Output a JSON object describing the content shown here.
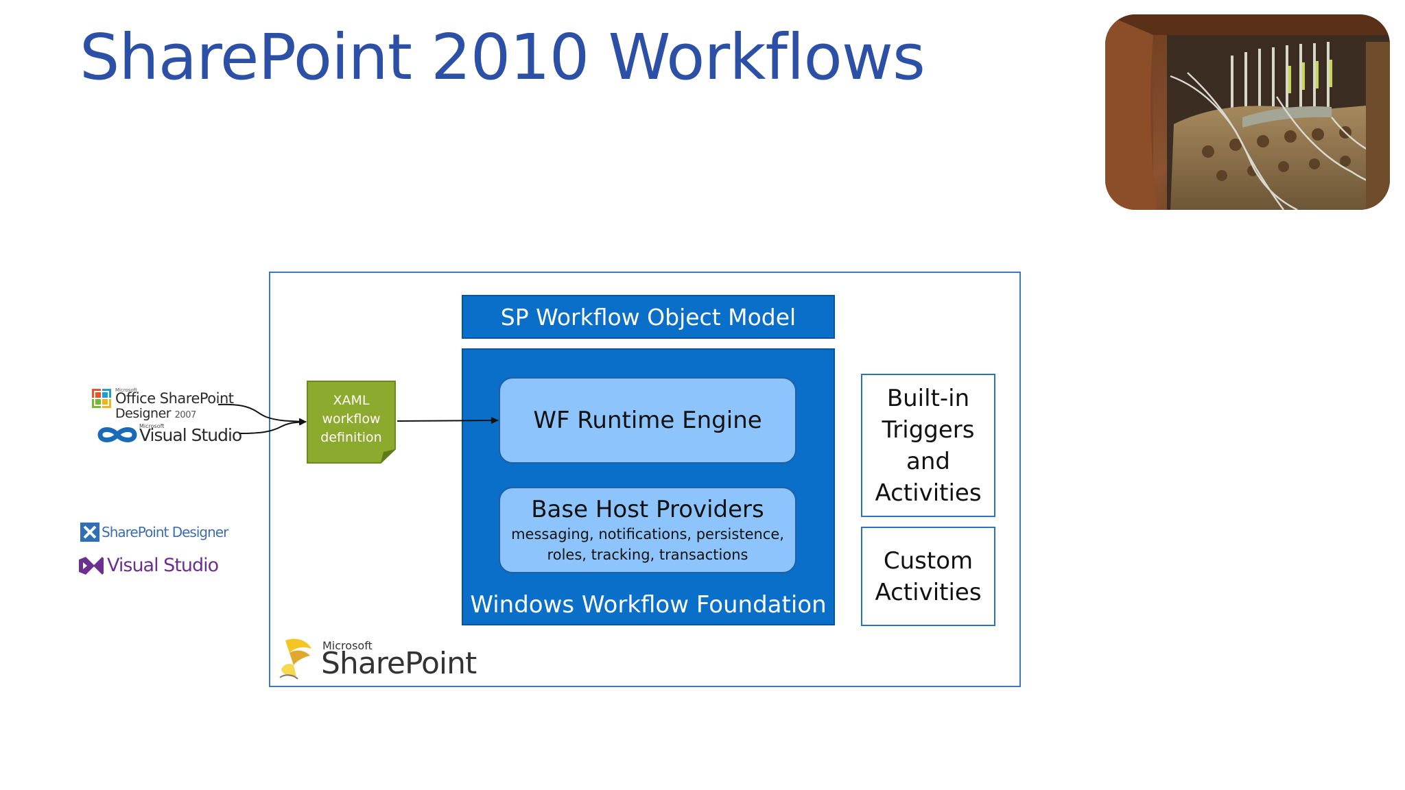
{
  "slide": {
    "title": "SharePoint 2010 Workflows"
  },
  "diagram": {
    "object_model": "SP Workflow Object Model",
    "runtime_engine": "WF Runtime Engine",
    "providers": {
      "title": "Base Host Providers",
      "subtitle": "messaging, notifications, persistence, roles, tracking, transactions"
    },
    "foundation": "Windows Workflow Foundation",
    "builtin": "Built-in Triggers and Activities",
    "custom": "Custom Activities",
    "xaml": {
      "line1": "XAML",
      "line2": "workflow",
      "line3": "definition"
    }
  },
  "logos": {
    "office_microsoft": "Microsoft",
    "office_product": "Office SharePoint",
    "office_designer": "Designer",
    "office_year": "2007",
    "vs2010_microsoft": "Microsoft",
    "vs2010": "Visual Studio",
    "spd": "SharePoint Designer",
    "vs": "Visual Studio",
    "sp_microsoft": "Microsoft",
    "sp_product": "SharePoint"
  },
  "colors": {
    "title": "#2c50a5",
    "dark_blue": "#0a6fc8",
    "light_blue": "#8cc4fb",
    "xaml_green": "#8cab2e"
  },
  "icons": {
    "office": "office-logo-icon",
    "vs2010": "infinity-icon",
    "spd": "sharepoint-designer-icon",
    "vs": "visual-studio-icon",
    "sharepoint": "sharepoint-logo-icon",
    "photo": "rusty-engine-photo"
  }
}
